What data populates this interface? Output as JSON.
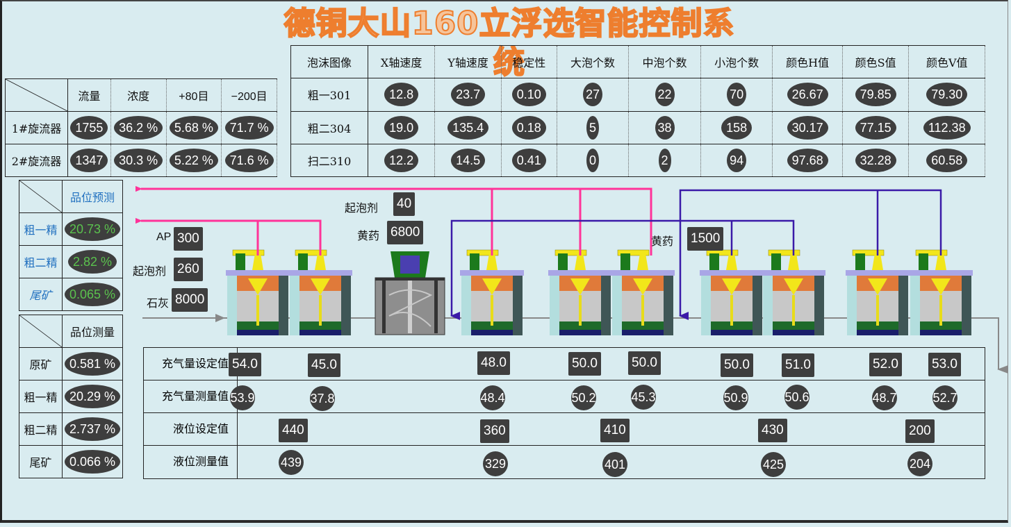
{
  "title": "德铜大山160立浮选智能控制系统",
  "cyclone_table": {
    "headers": [
      "流量",
      "浓度",
      "+80目",
      "−200目"
    ],
    "rows": [
      {
        "label": "1#旋流器",
        "values": [
          "1755",
          "36.2 %",
          "5.68 %",
          "71.7 %"
        ]
      },
      {
        "label": "2#旋流器",
        "values": [
          "1347",
          "30.3 %",
          "5.22 %",
          "71.6 %"
        ]
      }
    ]
  },
  "foam_table": {
    "headers": [
      "泡沫图像",
      "X轴速度",
      "Y轴速度",
      "稳定性",
      "大泡个数",
      "中泡个数",
      "小泡个数",
      "颜色H值",
      "颜色S值",
      "颜色V值"
    ],
    "rows": [
      {
        "label": "粗一301",
        "values": [
          "12.8",
          "23.7",
          "0.10",
          "27",
          "22",
          "70",
          "26.67",
          "79.85",
          "79.30"
        ]
      },
      {
        "label": "粗二304",
        "values": [
          "19.0",
          "135.4",
          "0.18",
          "5",
          "38",
          "158",
          "30.17",
          "77.15",
          "112.38"
        ]
      },
      {
        "label": "扫二310",
        "values": [
          "12.2",
          "14.5",
          "0.41",
          "0",
          "2",
          "94",
          "97.68",
          "32.28",
          "60.58"
        ]
      }
    ]
  },
  "grade_prediction": {
    "header": "品位预测",
    "rows": [
      {
        "label": "粗一精",
        "value": "20.73 %"
      },
      {
        "label": "粗二精",
        "value": "2.82 %"
      },
      {
        "label": "尾矿",
        "value": "0.065 %"
      }
    ]
  },
  "grade_measurement": {
    "header": "品位测量",
    "rows": [
      {
        "label": "原矿",
        "value": "0.581 %"
      },
      {
        "label": "粗一精",
        "value": "20.29 %"
      },
      {
        "label": "粗二精",
        "value": "2.737 %"
      },
      {
        "label": "尾矿",
        "value": "0.066 %"
      }
    ]
  },
  "reagents": {
    "ap": {
      "label": "AP",
      "value": "300"
    },
    "frother1": {
      "label": "起泡剂",
      "value": "260"
    },
    "lime": {
      "label": "石灰",
      "value": "8000"
    },
    "frother2": {
      "label": "起泡剂",
      "value": "40"
    },
    "xanthate1": {
      "label": "黄药",
      "value": "6800"
    },
    "xanthate2": {
      "label": "黄药",
      "value": "1500"
    }
  },
  "control": {
    "air_set": {
      "label": "充气量设定值",
      "values": [
        "54.0",
        "45.0",
        "48.0",
        "50.0",
        "50.0",
        "50.0",
        "51.0",
        "52.0",
        "53.0"
      ]
    },
    "air_meas": {
      "label": "充气量测量值",
      "values": [
        "53.9",
        "37.8",
        "48.4",
        "50.2",
        "45.3",
        "50.9",
        "50.6",
        "48.7",
        "52.7"
      ]
    },
    "level_set": {
      "label": "液位设定值",
      "values": [
        "440",
        "360",
        "410",
        "430",
        "200"
      ]
    },
    "level_meas": {
      "label": "液位测量值",
      "values": [
        "439",
        "329",
        "401",
        "425",
        "204"
      ]
    }
  },
  "colors": {
    "background": "#d9ecf0",
    "value_bg": "#3e3e3e",
    "prediction_text": "#5bc24e",
    "concentrate_line": "#ff3399",
    "reagent_line": "#3a1aa8",
    "title_fill": "#f6c49a",
    "title_stroke": "#ee7e2e"
  }
}
